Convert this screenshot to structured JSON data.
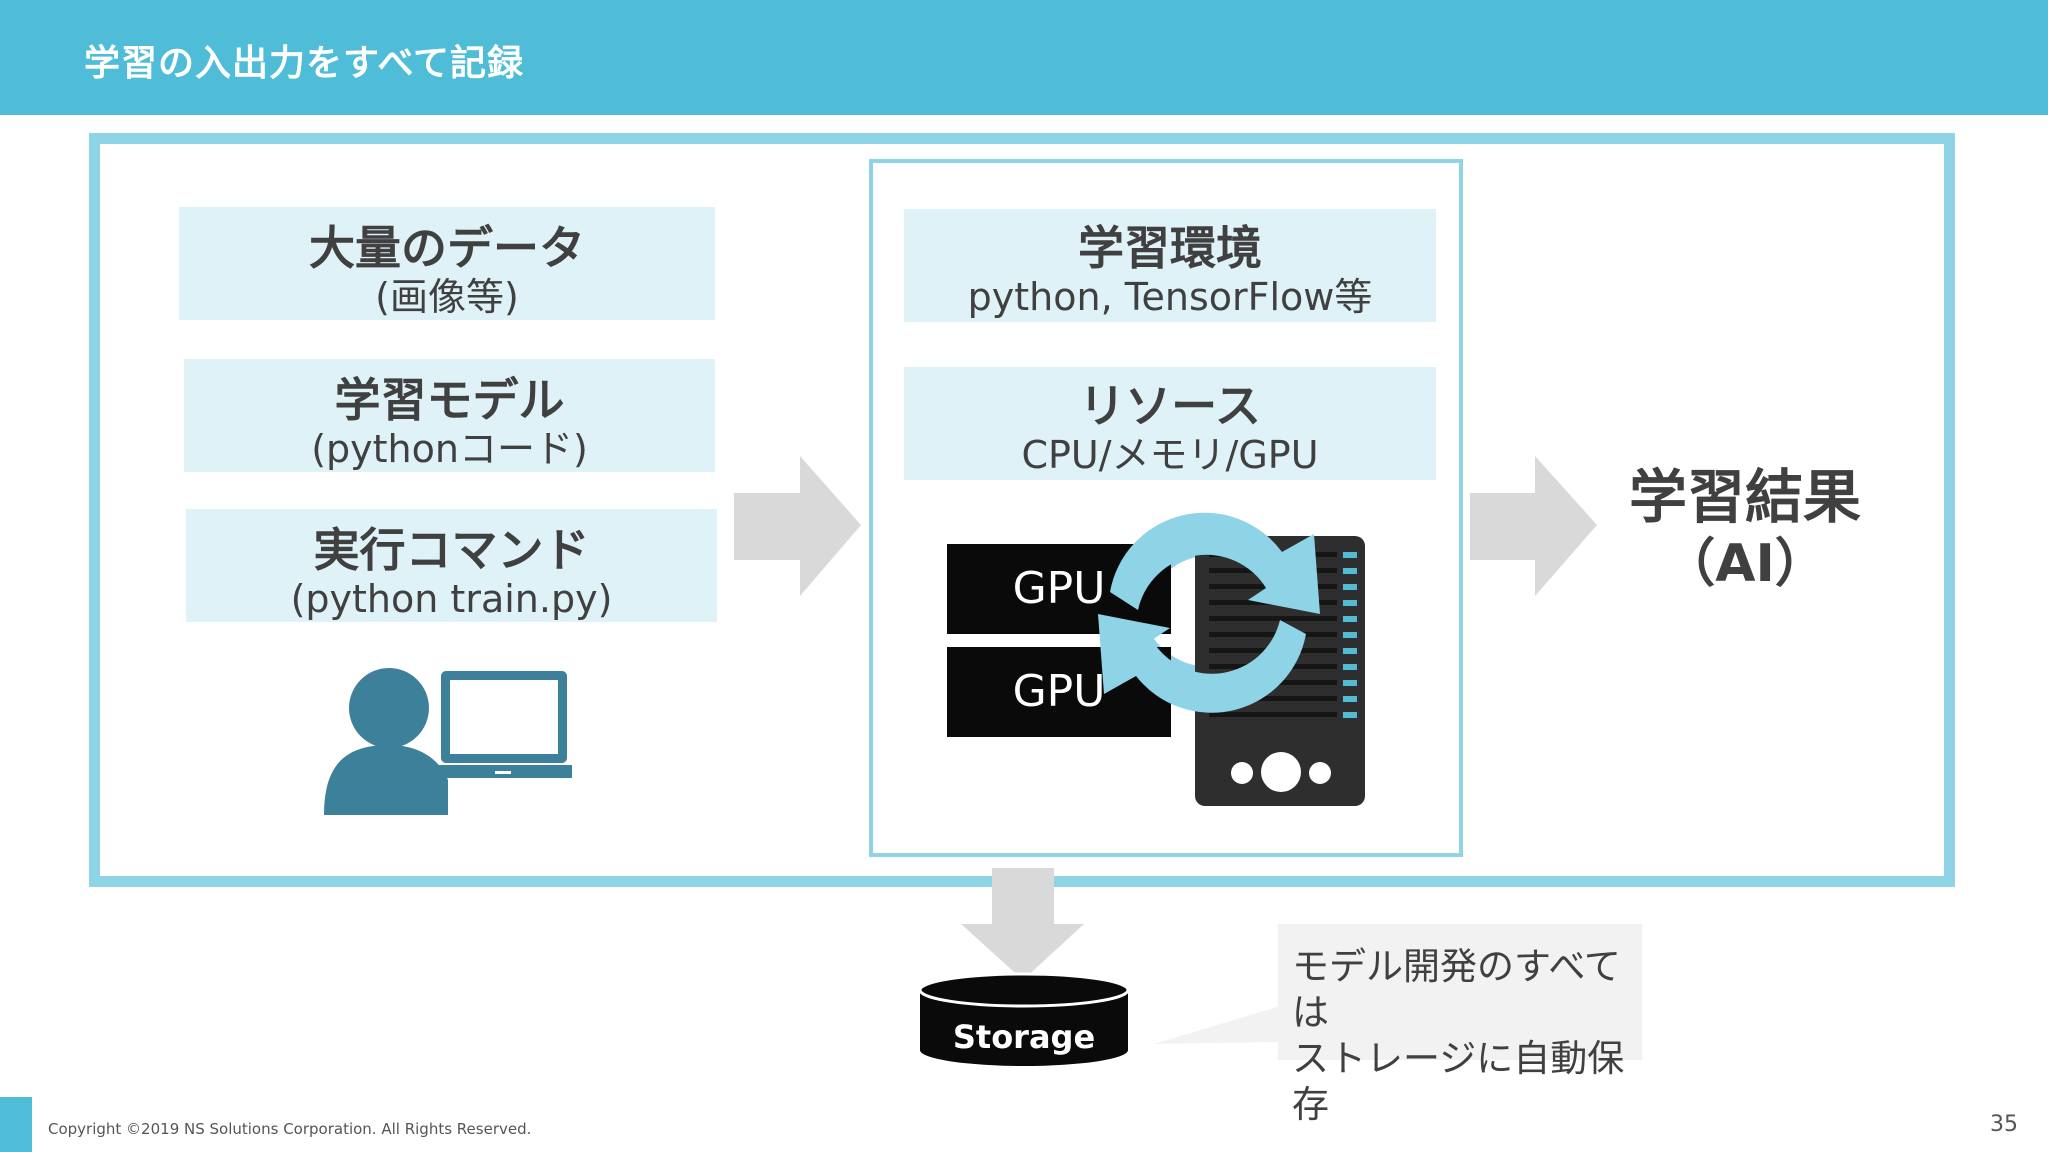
{
  "header": {
    "title": "学習の入出力をすべて記録"
  },
  "inputs": [
    {
      "main": "大量のデータ",
      "sub": "(画像等)"
    },
    {
      "main": "学習モデル",
      "sub": "(pythonコード)"
    },
    {
      "main": "実行コマンド",
      "sub": "(python train.py)"
    }
  ],
  "environment": {
    "main": "学習環境",
    "sub": "python, TensorFlow等"
  },
  "resources": {
    "main": "リソース",
    "sub": "CPU/メモリ/GPU"
  },
  "gpus": [
    "GPU",
    "GPU"
  ],
  "result": {
    "main": "学習結果",
    "sub": "（AI）"
  },
  "storage": {
    "label": "Storage"
  },
  "note": {
    "line1": "モデル開発のすべては",
    "line2": "ストレージに自動保存"
  },
  "footer": {
    "copyright": "Copyright ©2019 NS Solutions Corporation. All Rights Reserved.",
    "page": "35"
  },
  "colors": {
    "accent": "#4fbcd8",
    "frame": "#8fd3e6",
    "label_bg": "#dff2f8",
    "person": "#3d8099",
    "arrow": "#d9d9d9"
  },
  "icons": {
    "person": "user-with-laptop-icon",
    "server": "server-icon",
    "sync": "sync-arrows-icon",
    "storage": "database-icon"
  }
}
